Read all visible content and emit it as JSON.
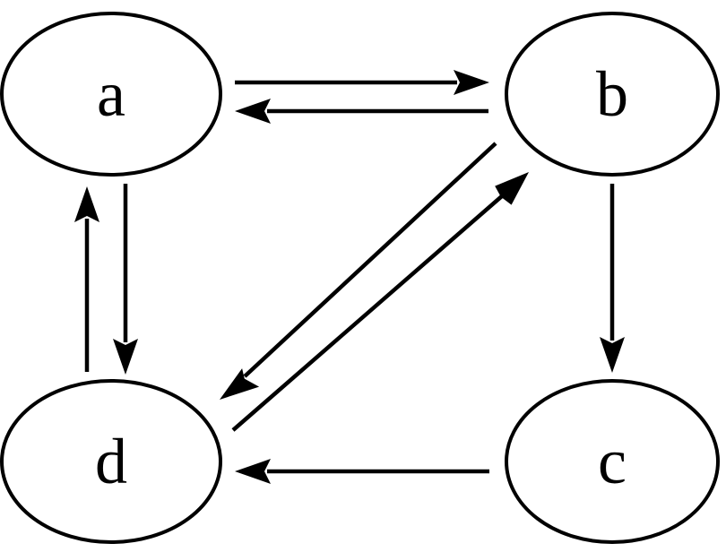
{
  "diagram": {
    "type": "directed-graph",
    "nodes": [
      {
        "id": "a",
        "label": "a"
      },
      {
        "id": "b",
        "label": "b"
      },
      {
        "id": "c",
        "label": "c"
      },
      {
        "id": "d",
        "label": "d"
      }
    ],
    "edges": [
      {
        "from": "a",
        "to": "b"
      },
      {
        "from": "b",
        "to": "a"
      },
      {
        "from": "a",
        "to": "d"
      },
      {
        "from": "d",
        "to": "a"
      },
      {
        "from": "b",
        "to": "d"
      },
      {
        "from": "d",
        "to": "b"
      },
      {
        "from": "b",
        "to": "c"
      },
      {
        "from": "c",
        "to": "d"
      }
    ],
    "colors": {
      "stroke": "#000000",
      "background": "#ffffff"
    }
  }
}
